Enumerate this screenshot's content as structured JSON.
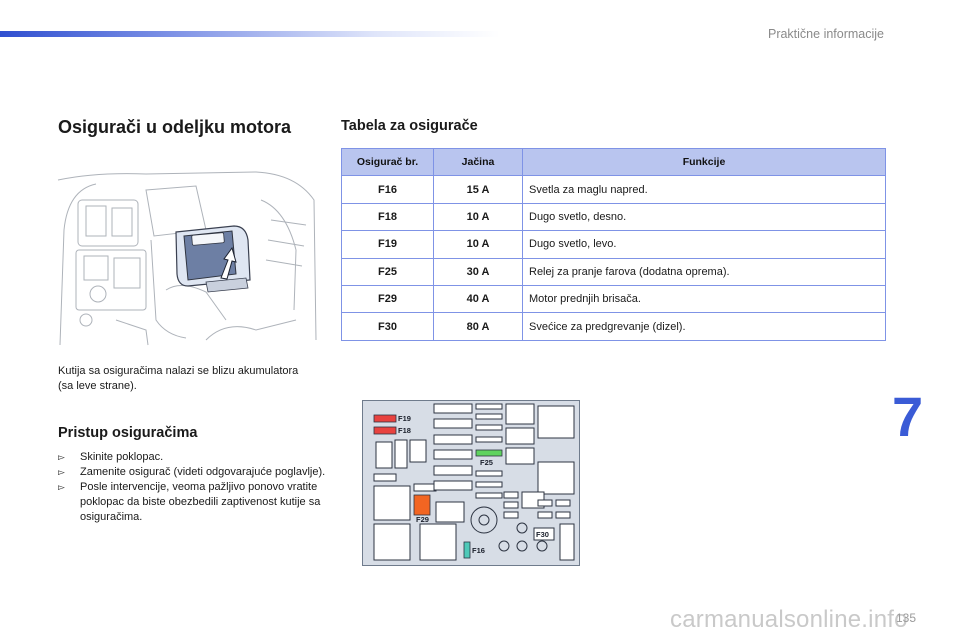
{
  "header": {
    "section_label": "Praktične informacije"
  },
  "left": {
    "title": "Osigurači u odeljku motora",
    "caption": "Kutija sa osiguračima nalazi se blizu akumulatora (sa leve strane).",
    "access": {
      "title": "Pristup osiguračima",
      "bullet_glyph": "▻",
      "items": [
        "Skinite poklopac.",
        "Zamenite osigurač (videti odgovarajuće poglavlje).",
        "Posle intervencije, veoma pažljivo ponovo vratite poklopac da biste obezbedili zaptivenost kutije sa osiguračima."
      ]
    }
  },
  "fuse_table": {
    "title": "Tabela za osigurače",
    "headers": [
      "Osigurač br.",
      "Jačina",
      "Funkcije"
    ],
    "rows": [
      [
        "F16",
        "15 A",
        "Svetla za maglu napred."
      ],
      [
        "F18",
        "10 A",
        "Dugo svetlo, desno."
      ],
      [
        "F19",
        "10 A",
        "Dugo svetlo, levo."
      ],
      [
        "F25",
        "30 A",
        "Relej za pranje farova (dodatna oprema)."
      ],
      [
        "F29",
        "40 A",
        "Motor prednjih brisača."
      ],
      [
        "F30",
        "80 A",
        "Svećice za predgrevanje (dizel)."
      ]
    ]
  },
  "fuse_diagram": {
    "labels": {
      "f19": "F19",
      "f18": "F18",
      "f25": "F25",
      "f29": "F29",
      "f30": "F30",
      "f16": "F16"
    },
    "colors": {
      "f19": "#e8423f",
      "f18": "#e8423f",
      "f25": "#5fd35f",
      "f29": "#f26522",
      "f16": "#4ec9b8",
      "background": "#d7dde6"
    }
  },
  "chapter_number": "7",
  "page_number": "135",
  "watermark": "carmanualsonline.info",
  "colors": {
    "accent": "#3a5bd6",
    "table_header": "#b9c5ef",
    "table_border": "#7f93e6"
  }
}
